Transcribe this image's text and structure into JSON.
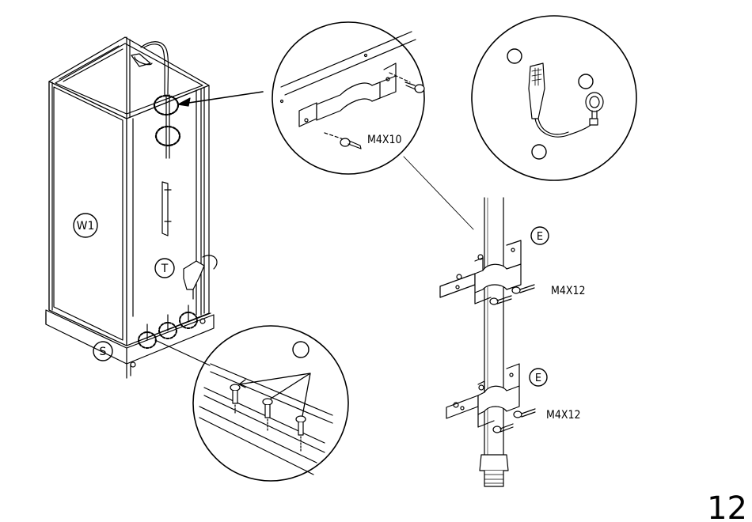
{
  "labels": {
    "w1": "W1",
    "t": "T",
    "s": "S",
    "e_top": "E",
    "e_bottom": "E"
  },
  "screws": {
    "bracket_detail": "M4X10",
    "bracket_top": "M4X12",
    "bracket_bottom": "M4X12"
  },
  "page_number": "12"
}
